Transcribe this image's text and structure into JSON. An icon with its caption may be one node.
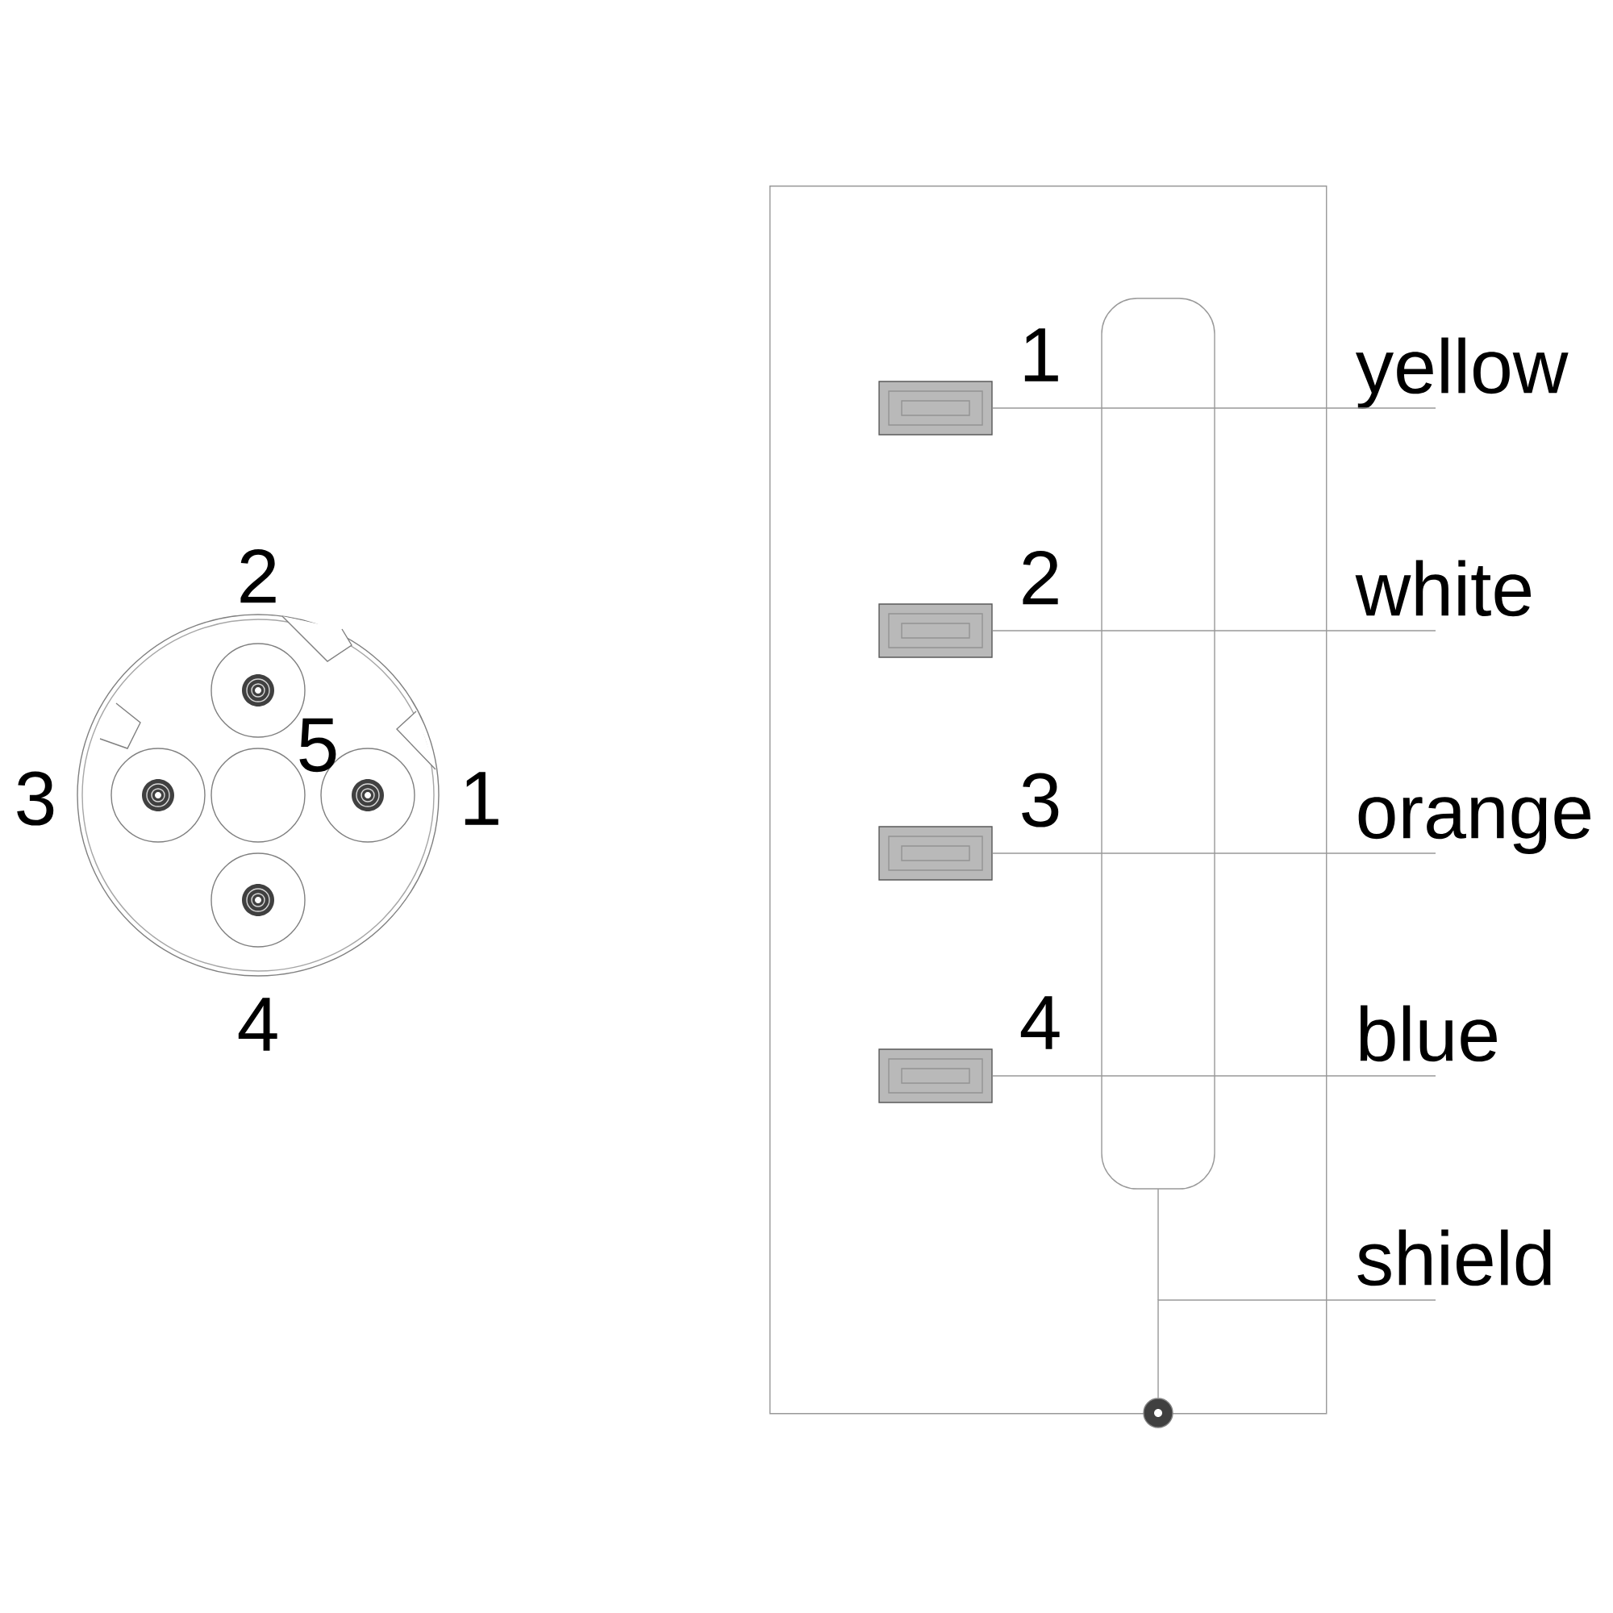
{
  "diagram": {
    "nodes": [
      {
        "text": [],
        "shape": "box"
      },
      {
        "text": [],
        "shape": "box",
        "in": 0,
        "beside": [
          "1"
        ]
      },
      {
        "text": [],
        "shape": "box",
        "in": 0,
        "beside": [
          "2"
        ]
      },
      {
        "text": [],
        "shape": "box",
        "in": 0,
        "beside": [
          "3"
        ]
      },
      {
        "text": [],
        "shape": "box",
        "in": 0,
        "beside": [
          "4"
        ]
      },
      {
        "text": [
          "yellow"
        ]
      },
      {
        "text": [
          "white"
        ]
      },
      {
        "text": [
          "orange"
        ]
      },
      {
        "text": [
          "blue"
        ]
      },
      {
        "text": [
          "shield"
        ]
      },
      {
        "text": [],
        "shape": "circle"
      }
    ],
    "edges": [
      {
        "from": 1,
        "to": 5,
        "arrow": "none"
      },
      {
        "from": 2,
        "to": 6,
        "arrow": "none"
      },
      {
        "from": 3,
        "to": 7,
        "arrow": "none"
      },
      {
        "from": 4,
        "to": 8,
        "arrow": "none"
      },
      {
        "from": 9,
        "to": 10,
        "arrow": "none"
      }
    ],
    "labels": [
      "2",
      "5",
      "3",
      "1",
      "4"
    ]
  }
}
